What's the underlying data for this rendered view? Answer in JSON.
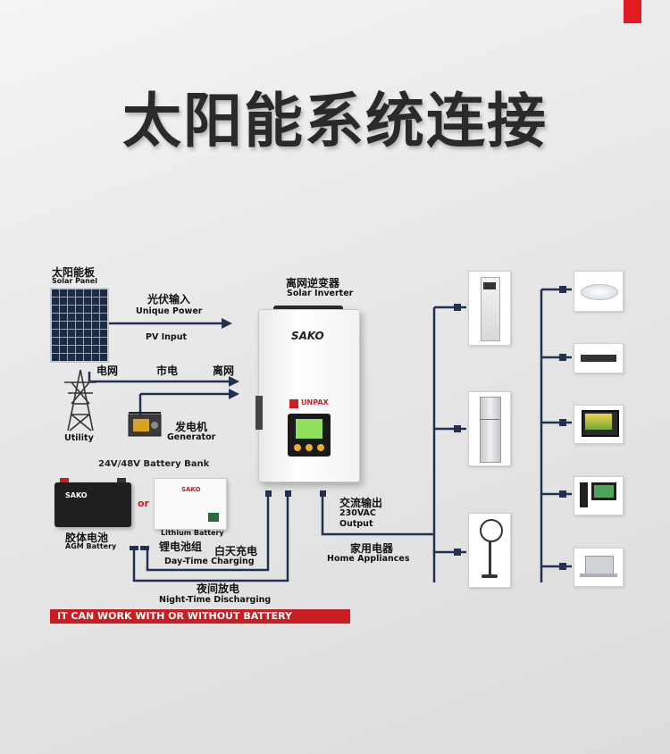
{
  "title": "太阳能系统连接",
  "solar_panel": {
    "cn": "太阳能板",
    "en": "Solar Panel"
  },
  "pv_input": {
    "cn": "光伏输入",
    "en1": "Unique Power",
    "en2": "PV Input"
  },
  "grid": {
    "left": "电网",
    "mid": "市电",
    "right": "离网"
  },
  "utility": {
    "en": "Utility"
  },
  "generator": {
    "cn": "发电机",
    "en": "Generator"
  },
  "inverter": {
    "cn": "离网逆变器",
    "en": "Solar Inverter",
    "brand": "SAKO",
    "sub_brand": "UNPAX"
  },
  "battery": {
    "bank": "24V/48V Battery Bank",
    "agm_brand": "SAKO",
    "or": "or",
    "agm_cn": "胶体电池",
    "agm_en": "AGM Battery",
    "lithium_brand": "SAKO",
    "lithium_en": "Lithium Battery",
    "lithium_cn": "锂电池组"
  },
  "daytime": {
    "cn": "白天充电",
    "en": "Day-Time Charging"
  },
  "night": {
    "cn": "夜间放电",
    "en": "Night-Time Discharging"
  },
  "ac_output": {
    "cn": "交流输出",
    "v": "230VAC",
    "en": "Output"
  },
  "home": {
    "cn": "家用电器",
    "en": "Home Appliances"
  },
  "banner": "IT CAN WORK WITH OR WITHOUT BATTERY",
  "colors": {
    "accent": "#c81e24",
    "line": "#24304f"
  },
  "icons": [
    "ceiling-light-icon",
    "dvd-player-icon",
    "tv-icon",
    "desktop-pc-icon",
    "laptop-icon",
    "air-conditioner-icon",
    "refrigerator-icon",
    "fan-icon"
  ]
}
